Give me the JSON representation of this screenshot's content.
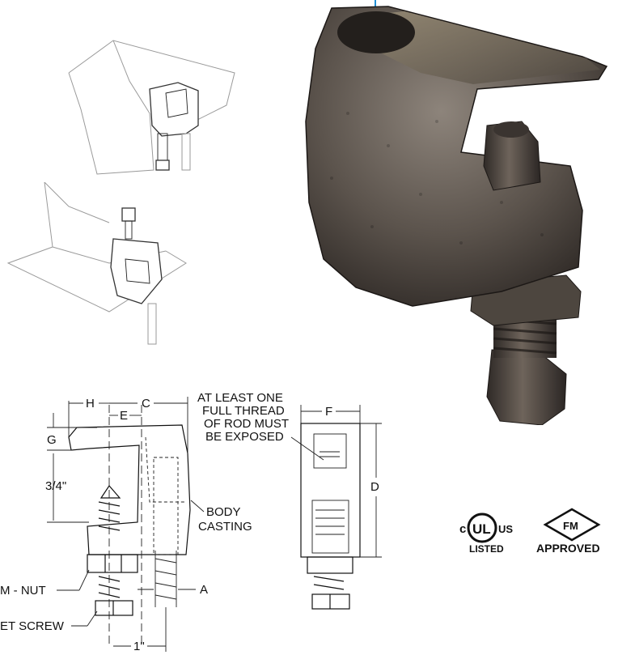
{
  "colors": {
    "casting_dark": "#2a2522",
    "casting_mid": "#5b534c",
    "casting_light": "#8a8179",
    "brass_tint": "#a0916a",
    "accent_line": "#1f8fd6"
  },
  "dimensions": {
    "H": "H",
    "C": "C",
    "E": "E",
    "F": "F",
    "G": "G",
    "D": "D",
    "A": "A",
    "three_quarter": "3/4\"",
    "one_inch": "1\""
  },
  "callouts": {
    "thread_note_line1": "AT LEAST ONE",
    "thread_note_line2": "FULL THREAD",
    "thread_note_line3": "OF ROD MUST",
    "thread_note_line4": "BE EXPOSED",
    "body_casting_line1": "BODY",
    "body_casting_line2": "CASTING",
    "jam_nut": "M - NUT",
    "set_screw": "ET SCREW"
  },
  "certifications": {
    "ul_left": "c",
    "ul_mark": "UL",
    "ul_right": "US",
    "ul_listed": "LISTED",
    "fm_mark": "FM",
    "fm_approved": "APPROVED"
  }
}
